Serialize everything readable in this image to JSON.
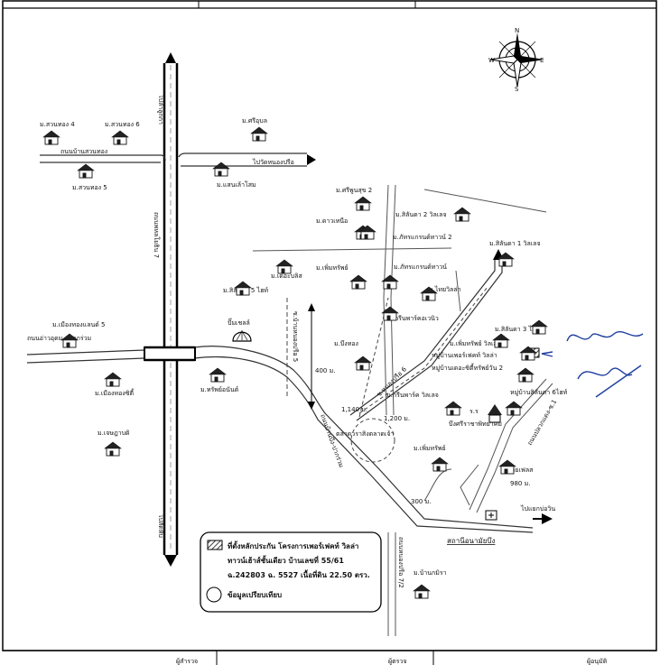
{
  "compass": {
    "n": "N",
    "s": "S",
    "e": "E",
    "w": "W"
  },
  "roads": {
    "to_hua_kham_top": "ไปลำลูกกา",
    "sanguthong": "ถนนบ้านสวนทอง",
    "to_nong_phai": "ไปวัดหนองปรือ",
    "main_road": "ถนนพหลโยธิน 7",
    "lad_krabang": "ถนนอ่าวอุดม - ปากร่วม",
    "to_saphan": "ไปสัตหีบ",
    "rd_right": "ไปแยกบ่อวิน",
    "bangsaen_dist": "ถนนบ้านบึง-ปากร่วม",
    "soi_a": "ซ.บ้านหนองปรือ 5",
    "soi_b": "ซ.หนองปรือ 6",
    "soi_c": "ถนนปลวกแดง-ซ.1",
    "soi_d": "ถนนหนองปรือ 7/2"
  },
  "villages": [
    {
      "name": "ม.สวนทอง 4"
    },
    {
      "name": "ม.สวนทอง 6"
    },
    {
      "name": "ม.ศรีอุบล"
    },
    {
      "name": "ม.สวนทอง 5"
    },
    {
      "name": "ม.แสนเล้าโสม"
    },
    {
      "name": "ม.ศรีพูนสุข 2"
    },
    {
      "name": "ม.ดาวเหนือ"
    },
    {
      "name": "ม.สิลันดา 2 วิลเลจ"
    },
    {
      "name": "ม.ภัทรแกรนด์ทาวน์ 2"
    },
    {
      "name": "ม.สิลันดา 1 วิลเลจ"
    },
    {
      "name": "ม.เดอะบลิส"
    },
    {
      "name": "ม.เพิ่มทรัพย์"
    },
    {
      "name": "ม.ภัทรแกรนด์ทาวน์"
    },
    {
      "name": "ม.สิลันดา 5 ไฮท์"
    },
    {
      "name": "ม.ไทยวิลล่า"
    },
    {
      "name": "ม.กรีนพาร์คอเวนิว"
    },
    {
      "name": "ม.เมืองทองแลนด์ 5"
    },
    {
      "name": "ม.สิลันดา 3 ไฮท์"
    },
    {
      "name": "ม.บึงทอง"
    },
    {
      "name": "ม.เพิ่มทรัพย์ วิลเลจ"
    },
    {
      "name": "หมู่บ้านเพอร์เฟคท์ วิลล่า"
    },
    {
      "name": "หมู่บ้านเดอะซิตี้ทรัพย์วัน 2"
    },
    {
      "name": "ม.เมืองทองซิตี้"
    },
    {
      "name": "ม.ทรัพย์อนันต์"
    },
    {
      "name": "ม.กรีนพาร์ค วิลเลจ"
    },
    {
      "name": "หมู่บ้านสิลันดา 6ไฮท์"
    },
    {
      "name": "ม.เจษฎาบดิ"
    },
    {
      "name": "ม.เพิ่มทรัพย์"
    },
    {
      "name": "ม.มายเฟลส"
    },
    {
      "name": "ม.บ้านกมิรา"
    }
  ],
  "landmarks": {
    "gas_station": "ปั๊มเชลล์",
    "market": "ตลาดวราสิงตลาดเจ้า",
    "school": "ร.ร",
    "temple": "บึงศรีราชาพิทยาคม",
    "health_station": "สถานีอนามัยบึง"
  },
  "distances": {
    "d400": "400 ม.",
    "d1140": "1,140 ม.",
    "d1200": "1,200 ม.",
    "d300": "300 ม.",
    "d980": "980 ม."
  },
  "legend": {
    "line1": "ที่ตั้งหลักประกัน โครงการเพอร์เฟคท์ วิลล่า",
    "line2": "ทาวน์เฮ้าส์ชั้นเดียว บ้านเลขที่ 55/61",
    "line3": "ฉ.242803 ฉ. 5527 เนื้อที่ดิน 22.50 ตรว.",
    "line4": "ข้อมูลเปรียบเทียบ"
  },
  "footer": {
    "a": "ผู้สำรวจ",
    "b": "ผู้ตรวจ",
    "c": "ผู้อนุมัติ"
  },
  "colors": {
    "signature": "#1f3f9f",
    "ink": "#111111"
  }
}
